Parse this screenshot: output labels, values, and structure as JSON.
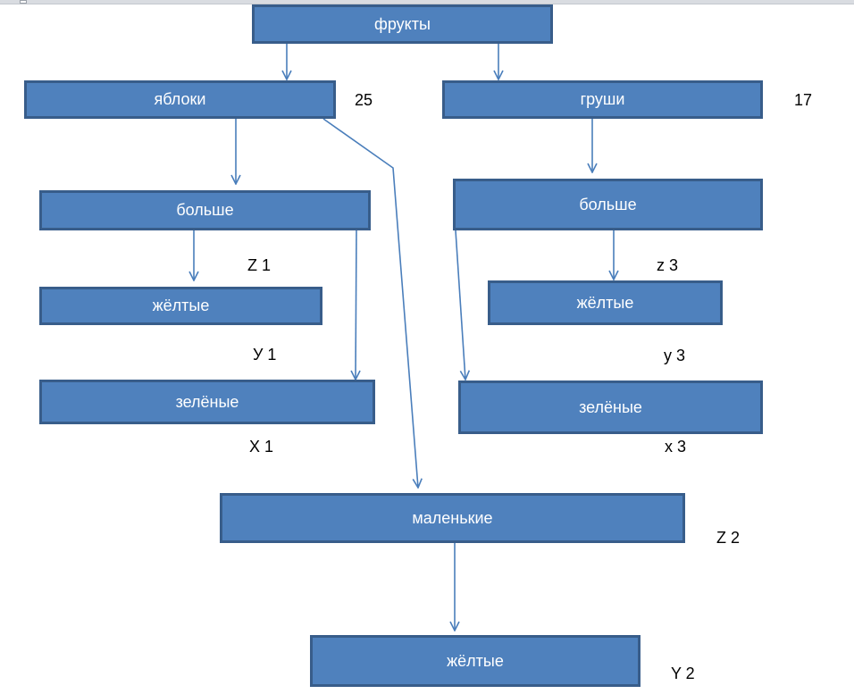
{
  "colors": {
    "box_fill": "#4f81bd",
    "box_border": "#385d8a",
    "box_text": "#ffffff",
    "connector": "#4a7ebb",
    "note_text": "#000000"
  },
  "nodes": {
    "fruits": "фрукты",
    "apples": "яблоки",
    "pears": "груши",
    "apples_big": "больше",
    "apples_big_yellow": "жёлтые",
    "apples_big_green": "зелёные",
    "pears_big": "больше",
    "pears_big_yellow": "жёлтые",
    "pears_big_green": "зелёные",
    "small": "маленькие",
    "small_yellow": "жёлтые"
  },
  "notes": {
    "apples_count": "25",
    "pears_count": "17",
    "z1": "Z 1",
    "y1": "У 1",
    "x1": "Х 1",
    "z3": "z 3",
    "y3": "y 3",
    "x3": "x 3",
    "z2": "Z 2",
    "y2": "Y 2"
  }
}
